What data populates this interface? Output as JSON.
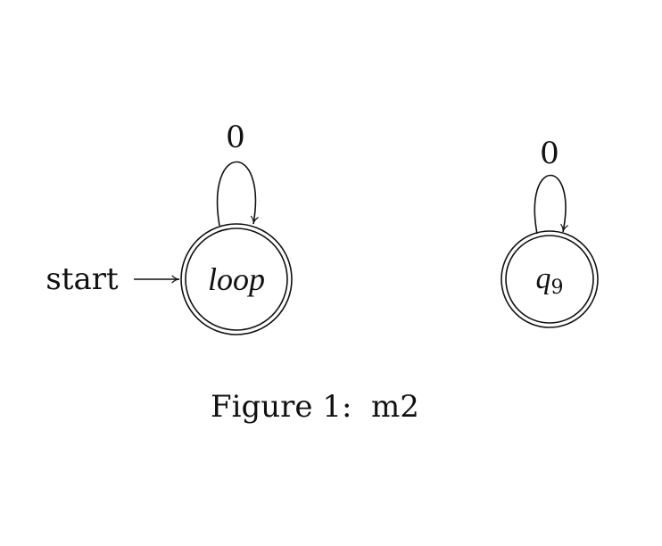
{
  "start_label": "start",
  "states": [
    {
      "name_base": "loop",
      "name_sub": "",
      "accepting": true,
      "initial": true,
      "self_loop_label": "0"
    },
    {
      "name_base": "q",
      "name_sub": "9",
      "accepting": true,
      "initial": false,
      "self_loop_label": "0"
    }
  ],
  "caption": "Figure 1:  m2"
}
